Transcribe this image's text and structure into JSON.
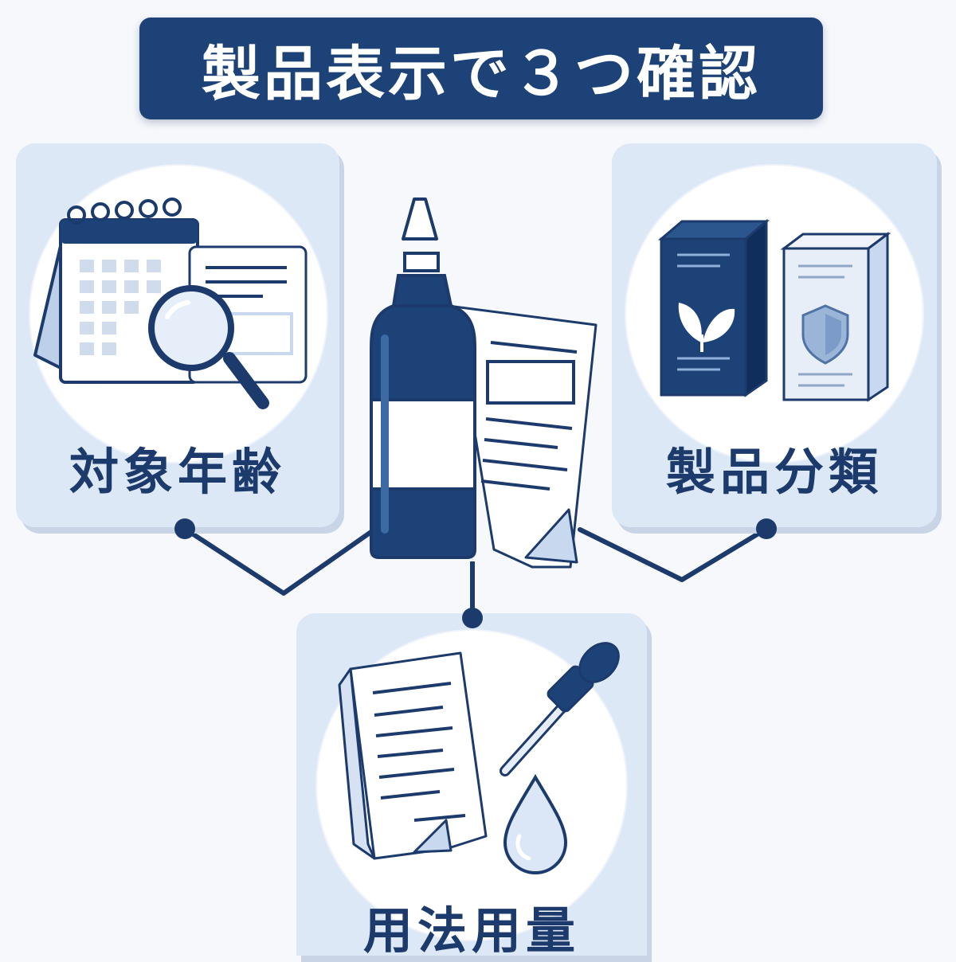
{
  "title": "製品表示で３つ確認",
  "cards": {
    "age": {
      "label": "対象年齢"
    },
    "category": {
      "label": "製品分類"
    },
    "dosage": {
      "label": "用法用量"
    }
  },
  "colors": {
    "navy": "#1c4278",
    "card_bg": "#dde8f7",
    "light_blue": "#c8d8ee",
    "page_bg": "#f6f8fc"
  },
  "icons": [
    "calendar-icon",
    "magnifier-icon",
    "document-icon",
    "bottle-icon",
    "product-box-icon",
    "leaf-icon",
    "shield-icon",
    "dropper-icon",
    "droplet-icon"
  ]
}
